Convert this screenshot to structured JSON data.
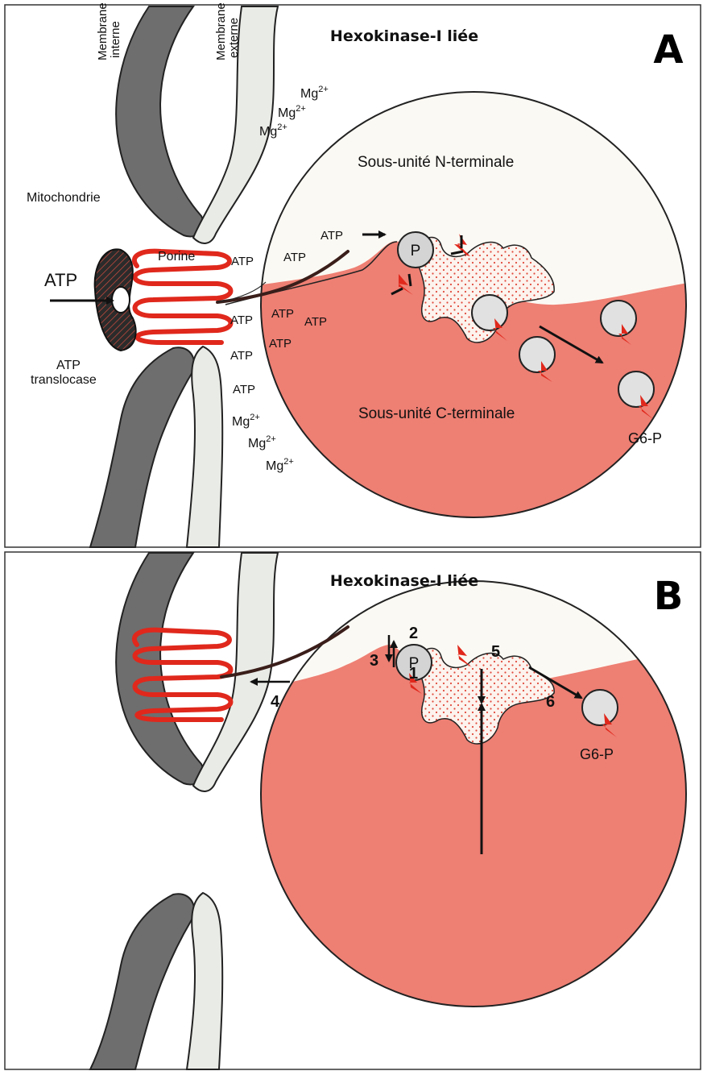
{
  "panel_a": {
    "title": "Hexokinase-I liée",
    "letter": "A",
    "labels": {
      "membrane_interne": "Membrane interne",
      "membrane_externe": "Membrane externe",
      "mitochondrie": "Mitochondrie",
      "porine": "Porine",
      "atp_left": "ATP",
      "atp_translocase_1": "ATP",
      "atp_translocase_2": "translocase",
      "n_terminal": "Sous-unité N-terminale",
      "c_terminal": "Sous-unité C-terminale",
      "g6p": "G6-P",
      "p": "P"
    },
    "atp_labels": [
      "ATP",
      "ATP",
      "ATP",
      "ATP",
      "ATP",
      "ATP",
      "ATP",
      "ATP",
      "ATP"
    ],
    "mg_base": "Mg",
    "mg_sup": "2+"
  },
  "panel_b": {
    "title": "Hexokinase-I liée",
    "letter": "B",
    "labels": {
      "g6p": "G6-P",
      "p": "P"
    },
    "steps": [
      "1",
      "2",
      "3",
      "4",
      "5",
      "6"
    ]
  },
  "colors": {
    "red_lower": "#ee7f73",
    "red_coil": "#e0281c",
    "dark_membrane": "#6e6e6e",
    "light_membrane": "#e9ebe6",
    "sphere_top": "#fbf9f3",
    "enzyme_fill": "#fdf5f0"
  }
}
